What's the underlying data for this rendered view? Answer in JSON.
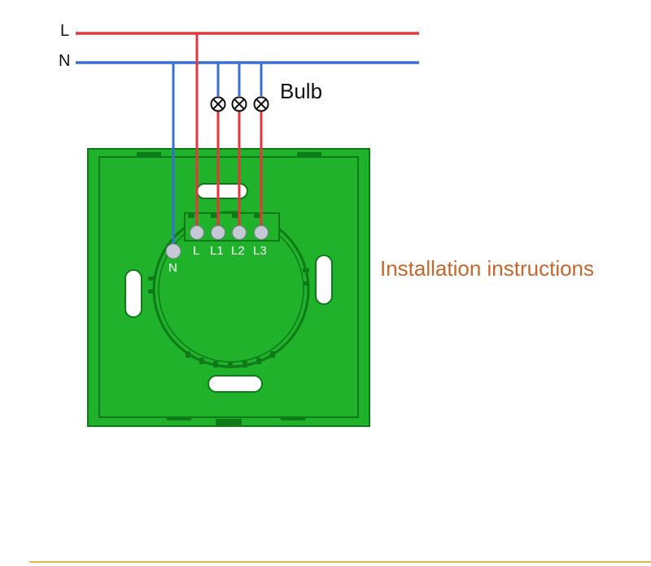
{
  "wires": {
    "line_label": "L",
    "neutral_label": "N",
    "line_color": "#e8343c",
    "neutral_color": "#3a6fd9"
  },
  "bulb_label": "Bulb",
  "terminals": {
    "neutral": "N",
    "line": "L",
    "out1": "L1",
    "out2": "L2",
    "out3": "L3"
  },
  "caption": "Installation instructions",
  "colors": {
    "plate": "#1fb22a",
    "plate_edge": "#0e7a18",
    "caption": "#c8662b",
    "divider": "#e6b64a",
    "terminal": "#c5c9d6"
  }
}
